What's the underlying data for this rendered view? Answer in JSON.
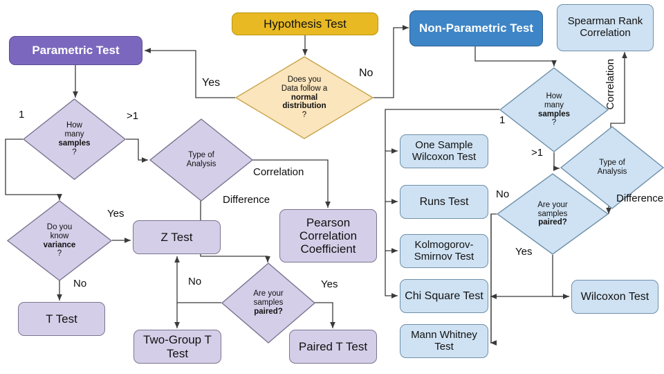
{
  "diagram": {
    "title": "Hypothesis Test Selection Flowchart",
    "palette": {
      "hypothesis_fill": "#E8B923",
      "hypothesis_stroke": "#B8960C",
      "parametric_fill": "#7B68BE",
      "parametric_stroke": "#5B4B97",
      "nonparametric_fill": "#3D85C6",
      "nonparametric_stroke": "#2A5D8F",
      "purple_fill": "#D5CEE8",
      "purple_stroke": "#7A7490",
      "blue_fill": "#CFE2F3",
      "blue_stroke": "#6D8FA8",
      "cream_fill": "#FBE5BD",
      "cream_stroke": "#C8A44A",
      "line": "#3a3a3a",
      "text": "#0d0d0d",
      "white_text": "#ffffff"
    },
    "nodes": {
      "hypothesis_test": "Hypothesis Test",
      "normal_distribution": {
        "line1": "Does you",
        "line2": "Data follow a",
        "line3": "normal",
        "line4": "distribution",
        "line5": "?"
      },
      "parametric_test": "Parametric Test",
      "nonparametric_test": "Non-Parametric Test",
      "spearman": "Spearman Rank Correlation",
      "left_how_many_samples": {
        "line1": "How",
        "line2": "many",
        "line3": "samples",
        "line4": "?"
      },
      "left_type_of_analysis": {
        "line1": "Type of",
        "line2": "Analysis"
      },
      "know_variance": {
        "line1": "Do you",
        "line2": "know",
        "line3": "variance",
        "line4": "?"
      },
      "left_paired": {
        "line1": "Are your",
        "line2": "samples",
        "line3": "paired?"
      },
      "z_test": "Z Test",
      "t_test": "T Test",
      "two_group_t_test": "Two-Group T Test",
      "paired_t_test": "Paired T Test",
      "pearson": "Pearson Correlation Coefficient",
      "right_how_many_samples": {
        "line1": "How",
        "line2": "many",
        "line3": "samples",
        "line4": "?"
      },
      "right_type_of_analysis": {
        "line1": "Type of",
        "line2": "Analysis"
      },
      "right_paired": {
        "line1": "Are your",
        "line2": "samples",
        "line3": "paired?"
      },
      "one_sample_wilcoxon": "One Sample Wilcoxon Test",
      "runs_test": "Runs Test",
      "kolmogorov_smirnov": "Kolmogorov-Smirnov Test",
      "chi_square": "Chi Square Test",
      "mann_whitney": "Mann Whitney Test",
      "wilcoxon_test": "Wilcoxon Test"
    },
    "edge_labels": {
      "yes_normal": "Yes",
      "no_normal": "No",
      "left_one": "1",
      "left_more_than_one": ">1",
      "left_correlation": "Correlation",
      "left_difference": "Difference",
      "variance_yes": "Yes",
      "variance_no": "No",
      "left_paired_no": "No",
      "left_paired_yes": "Yes",
      "right_one": "1",
      "right_more_than_one": ">1",
      "right_correlation": "Correlation",
      "right_difference": "Difference",
      "right_paired_no": "No",
      "right_paired_yes": "Yes"
    }
  }
}
